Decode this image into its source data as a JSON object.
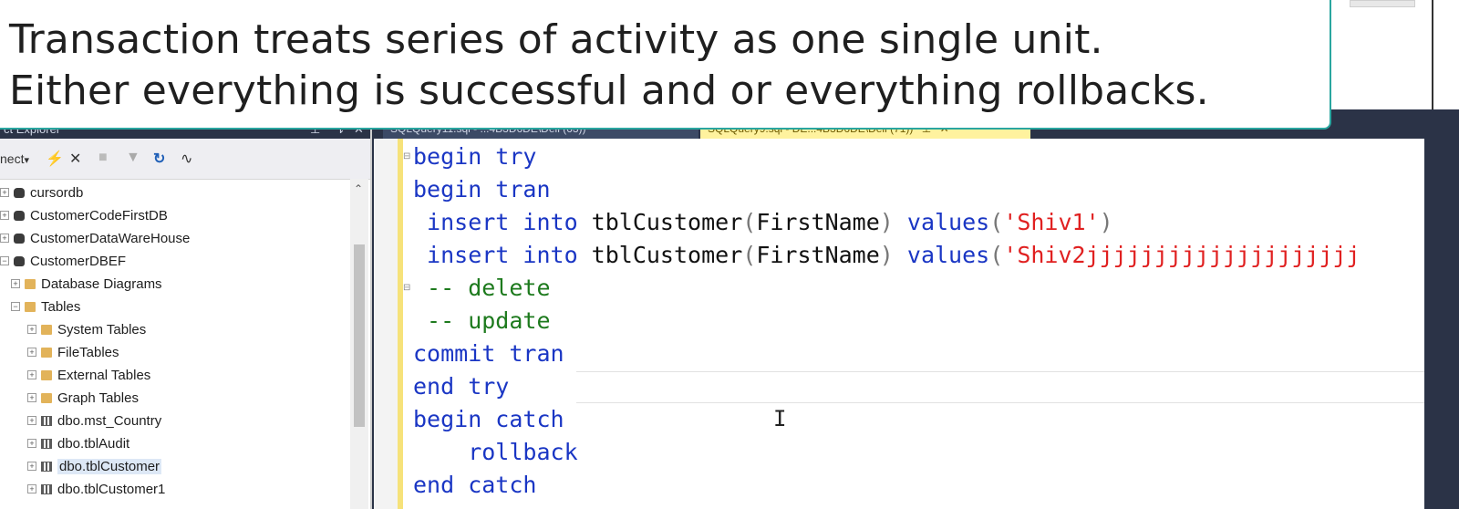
{
  "caption": {
    "line1": "Transaction treats series of activity as one single unit.",
    "line2": "Either everything is successful and or everything rollbacks."
  },
  "explorer": {
    "title": "ct Explorer",
    "toolbar": {
      "connect_label": "nect",
      "dropdown": "▾"
    },
    "tree": [
      {
        "label": "cursordb",
        "type": "db"
      },
      {
        "label": "CustomerCodeFirstDB",
        "type": "db"
      },
      {
        "label": "CustomerDataWareHouse",
        "type": "db"
      },
      {
        "label": "CustomerDBEF",
        "type": "db"
      },
      {
        "label": "Database Diagrams",
        "type": "folder"
      },
      {
        "label": "Tables",
        "type": "folder"
      },
      {
        "label": "System Tables",
        "type": "folder"
      },
      {
        "label": "FileTables",
        "type": "folder"
      },
      {
        "label": "External Tables",
        "type": "folder"
      },
      {
        "label": "Graph Tables",
        "type": "folder"
      },
      {
        "label": "dbo.mst_Country",
        "type": "table"
      },
      {
        "label": "dbo.tblAudit",
        "type": "table"
      },
      {
        "label": "dbo.tblCustomer",
        "type": "table",
        "selected": true
      },
      {
        "label": "dbo.tblCustomer1",
        "type": "table"
      }
    ]
  },
  "tabs": [
    {
      "label": "SQLQuery11.sql - ...4B3D6DE\\Dell (63))"
    },
    {
      "label": "SQLQuery9.sql - DE...4B3D6DE\\Dell (71))"
    }
  ],
  "code": {
    "l1": {
      "kw": "begin try"
    },
    "l2": {
      "kw": "begin tran"
    },
    "l3": {
      "kw1": " insert into",
      "id": " tblCustomer",
      "p1": "(",
      "col": "FirstName",
      "p2": ")",
      "kw2": " values",
      "p3": "(",
      "str": "'Shiv1'",
      "p4": ")"
    },
    "l4": {
      "kw1": " insert into",
      "id": " tblCustomer",
      "p1": "(",
      "col": "FirstName",
      "p2": ")",
      "kw2": " values",
      "p3": "(",
      "str": "'Shiv2jjjjjjjjjjjjjjjjjjjj"
    },
    "l5": {
      "cm": " -- delete"
    },
    "l6": {
      "cm": " -- update"
    },
    "l7": {
      "kw": "commit tran"
    },
    "l8": {
      "kw": "end try"
    },
    "l9": {
      "kw": "begin catch"
    },
    "l10": {
      "kw": "    rollback"
    },
    "l11": {
      "kw": "end catch"
    }
  },
  "icons": [
    "plug-icon",
    "disconnect-icon",
    "stop-icon",
    "filter-icon",
    "refresh-icon",
    "activity-icon",
    "text-cursor-icon"
  ],
  "colors": {
    "keyword": "#1a36c4",
    "string": "#e02020",
    "comment": "#1d7a1d",
    "accent": "#2aa6a0"
  }
}
